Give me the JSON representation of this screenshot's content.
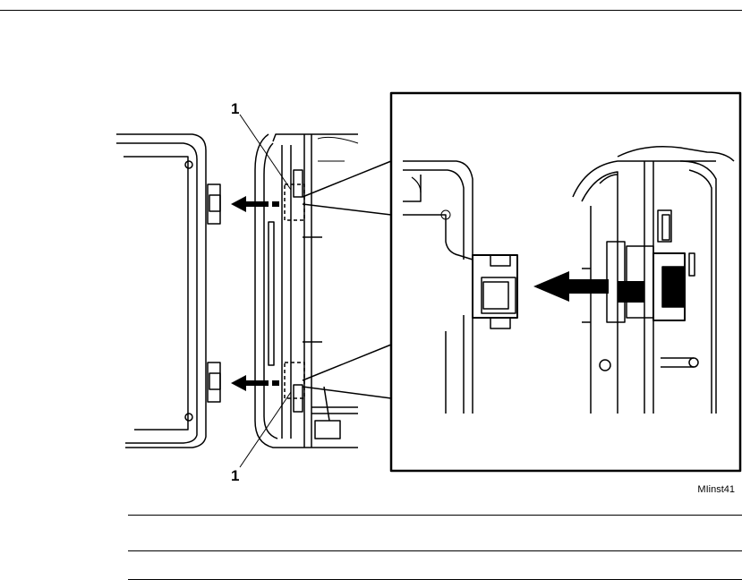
{
  "figure": {
    "callouts": [
      "1",
      "1"
    ],
    "figure_id": "MIinst41",
    "icons": [
      "remove-arrow-icon",
      "latch-tab-icon"
    ]
  }
}
